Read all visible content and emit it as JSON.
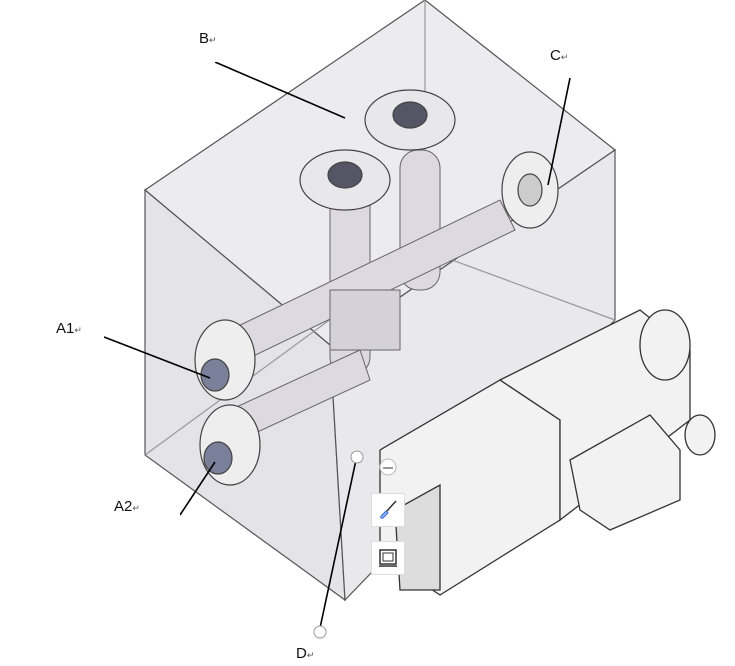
{
  "labels": {
    "B": "B",
    "C": "C",
    "A1": "A1",
    "A2": "A2",
    "D": "D",
    "return_mark": "↵"
  },
  "colors": {
    "block": "#e6e4ea",
    "edge": "#555555",
    "metal": "#d9d7de",
    "accent": "#3b6fd6"
  }
}
